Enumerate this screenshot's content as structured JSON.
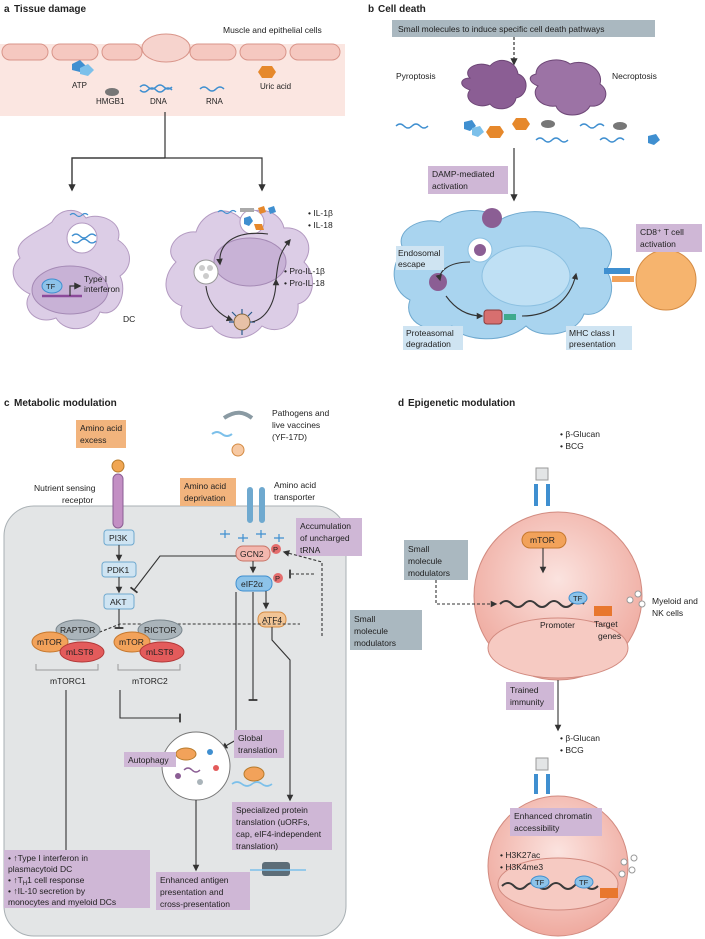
{
  "panel_a": {
    "letter": "a",
    "title": "Tissue damage",
    "cells_label": "Muscle and epithelial cells",
    "atp": "ATP",
    "hmgb1": "HMGB1",
    "dna": "DNA",
    "rna": "RNA",
    "uric": "Uric acid",
    "tf": "TF",
    "type1_l1": "Type I",
    "type1_l2": "interferon",
    "dc": "DC",
    "il1b": "• IL-1β",
    "il18": "• IL-18",
    "proil1b": "• Pro-IL-1β",
    "proil18": "• Pro-IL-18"
  },
  "panel_b": {
    "letter": "b",
    "title": "Cell death",
    "banner": "Small molecules to induce specific cell death pathways",
    "pyro": "Pyroptosis",
    "necro": "Necroptosis",
    "damp_l1": "DAMP-mediated",
    "damp_l2": "activation",
    "cd8_l1": "CD8⁺ T cell",
    "cd8_l2": "activation",
    "endo_l1": "Endosomal",
    "endo_l2": "escape",
    "prot_l1": "Proteasomal",
    "prot_l2": "degradation",
    "mhc_l1": "MHC class I",
    "mhc_l2": "presentation"
  },
  "panel_c": {
    "letter": "c",
    "title": "Metabolic modulation",
    "aa_excess_l1": "Amino acid",
    "aa_excess_l2": "excess",
    "pathogens_l1": "Pathogens and",
    "pathogens_l2": "live vaccines",
    "pathogens_l3": "(YF-17D)",
    "nsr_l1": "Nutrient sensing",
    "nsr_l2": "receptor",
    "aa_dep_l1": "Amino acid",
    "aa_dep_l2": "deprivation",
    "aat_l1": "Amino acid",
    "aat_l2": "transporter",
    "accum_l1": "Accumulation",
    "accum_l2": "of uncharged",
    "accum_l3": "tRNA",
    "pi3k": "PI3K",
    "pdk1": "PDK1",
    "akt": "AKT",
    "gcn2": "GCN2",
    "eif2a": "eIF2α",
    "p": "P",
    "atf4": "ATF4",
    "raptor": "RAPTOR",
    "rictor": "RICTOR",
    "mtor": "mTOR",
    "mlst8": "mLST8",
    "mtorc1": "mTORC1",
    "mtorc2": "mTORC2",
    "smm_l1": "Small",
    "smm_l2": "molecule",
    "smm_l3": "modulators",
    "global_l1": "Global",
    "global_l2": "translation",
    "autophagy": "Autophagy",
    "spec_l1": "Specialized protein",
    "spec_l2": "translation (uORFs,",
    "spec_l3": "cap, eIF4-independent",
    "spec_l4": "translation)",
    "type1_l1": "• ↑Type I interferon in",
    "type1_l2": "  plasmacytoid DC",
    "type1_l3": "• ↑T",
    "type1_l3_sub": "H",
    "type1_l3_end": "1 cell response",
    "type1_l4": "• ↑IL-10 secretion by",
    "type1_l5": "  monocytes and myeloid DCs",
    "enh_l1": "Enhanced antigen",
    "enh_l2": "presentation and",
    "enh_l3": "cross-presentation"
  },
  "panel_d": {
    "letter": "d",
    "title": "Epigenetic modulation",
    "bglucan": "• β-Glucan",
    "bcg": "• BCG",
    "mtor": "mTOR",
    "smm_l1": "Small",
    "smm_l2": "molecule",
    "smm_l3": "modulators",
    "tf": "TF",
    "promoter": "Promoter",
    "target_l1": "Target",
    "target_l2": "genes",
    "myeloid_l1": "Myeloid and",
    "myeloid_l2": "NK cells",
    "trained_l1": "Trained",
    "trained_l2": "immunity",
    "bglucan2": "• β-Glucan",
    "bcg2": "• BCG",
    "enh_l1": "Enhanced chromatin",
    "enh_l2": "accessibility",
    "h3k27ac": "• H3K27ac",
    "h3k4me3": "• H3K4me3"
  },
  "colors": {
    "purple_box": "#cfb7d6",
    "orange_box": "#f2b47d",
    "grey_box": "#aab8c0",
    "blue_box": "#cfe4f2",
    "dc_cell": "#dccde6",
    "blue_cell": "#a9d4ef",
    "red_cell": "#f3b7ae",
    "grey_bg": "#e3e5e6"
  }
}
